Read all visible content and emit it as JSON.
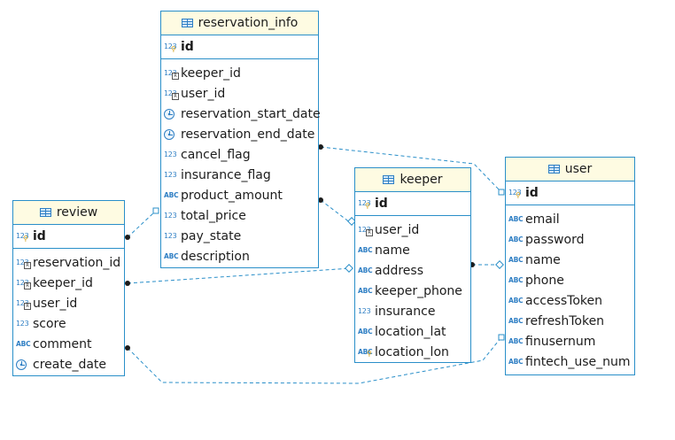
{
  "colors": {
    "border": "#2a8fc9",
    "header_bg": "#fefbe2",
    "icon": "#2f7fc4",
    "link": "#2a8fc9"
  },
  "entities": {
    "reservation_info": {
      "title": "reservation_info",
      "pk": {
        "name": "id",
        "icon": "number-key-icon"
      },
      "columns": [
        {
          "name": "keeper_id",
          "icon": "number-fk-icon"
        },
        {
          "name": "user_id",
          "icon": "number-fk-icon"
        },
        {
          "name": "reservation_start_date",
          "icon": "datetime-icon"
        },
        {
          "name": "reservation_end_date",
          "icon": "datetime-icon"
        },
        {
          "name": "cancel_flag",
          "icon": "number-icon"
        },
        {
          "name": "insurance_flag",
          "icon": "number-icon"
        },
        {
          "name": "product_amount",
          "icon": "text-icon"
        },
        {
          "name": "total_price",
          "icon": "number-icon"
        },
        {
          "name": "pay_state",
          "icon": "number-icon"
        },
        {
          "name": "description",
          "icon": "text-icon"
        }
      ]
    },
    "review": {
      "title": "review",
      "pk": {
        "name": "id",
        "icon": "number-key-icon"
      },
      "columns": [
        {
          "name": "reservation_id",
          "icon": "number-fk-icon"
        },
        {
          "name": "keeper_id",
          "icon": "number-fk-icon"
        },
        {
          "name": "user_id",
          "icon": "number-fk-icon"
        },
        {
          "name": "score",
          "icon": "number-icon"
        },
        {
          "name": "comment",
          "icon": "text-icon"
        },
        {
          "name": "create_date",
          "icon": "datetime-icon"
        }
      ]
    },
    "keeper": {
      "title": "keeper",
      "pk": {
        "name": "id",
        "icon": "number-key-icon"
      },
      "columns": [
        {
          "name": "user_id",
          "icon": "number-fk-icon"
        },
        {
          "name": "name",
          "icon": "text-icon"
        },
        {
          "name": "address",
          "icon": "text-icon"
        },
        {
          "name": "keeper_phone",
          "icon": "text-icon"
        },
        {
          "name": "insurance",
          "icon": "number-icon"
        },
        {
          "name": "location_lat",
          "icon": "text-icon"
        },
        {
          "name": "location_lon",
          "icon": "text-key-icon"
        }
      ]
    },
    "user": {
      "title": "user",
      "pk": {
        "name": "id",
        "icon": "number-key-icon"
      },
      "columns": [
        {
          "name": "email",
          "icon": "text-icon"
        },
        {
          "name": "password",
          "icon": "text-icon"
        },
        {
          "name": "name",
          "icon": "text-icon"
        },
        {
          "name": "phone",
          "icon": "text-icon"
        },
        {
          "name": "accessToken",
          "icon": "text-icon"
        },
        {
          "name": "refreshToken",
          "icon": "text-icon"
        },
        {
          "name": "finusernum",
          "icon": "text-icon"
        },
        {
          "name": "fintech_use_num",
          "icon": "text-icon"
        }
      ]
    }
  }
}
